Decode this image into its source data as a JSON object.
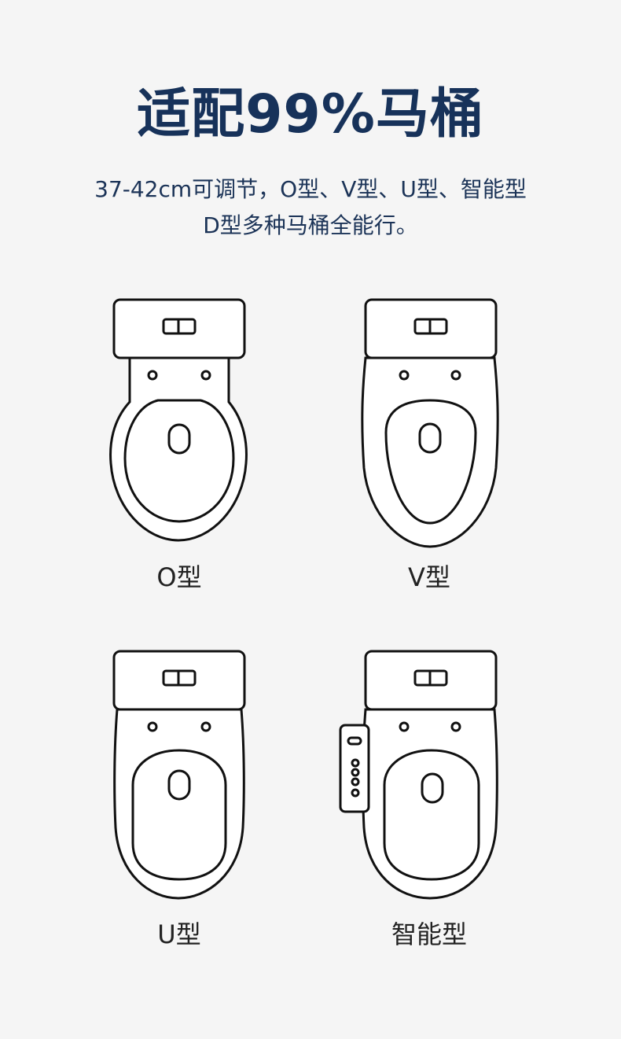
{
  "title": "适配99%马桶",
  "subtitle": {
    "line1": "37-42cm可调节，O型、V型、U型、智能型",
    "line2": "D型多种马桶全能行。"
  },
  "toilets": [
    {
      "label": "O型",
      "icon": "o-type-toilet-icon"
    },
    {
      "label": "V型",
      "icon": "v-type-toilet-icon"
    },
    {
      "label": "U型",
      "icon": "u-type-toilet-icon"
    },
    {
      "label": "智能型",
      "icon": "smart-toilet-icon"
    }
  ],
  "colors": {
    "background": "#f5f5f5",
    "title": "#17325a",
    "line": "#111111"
  }
}
